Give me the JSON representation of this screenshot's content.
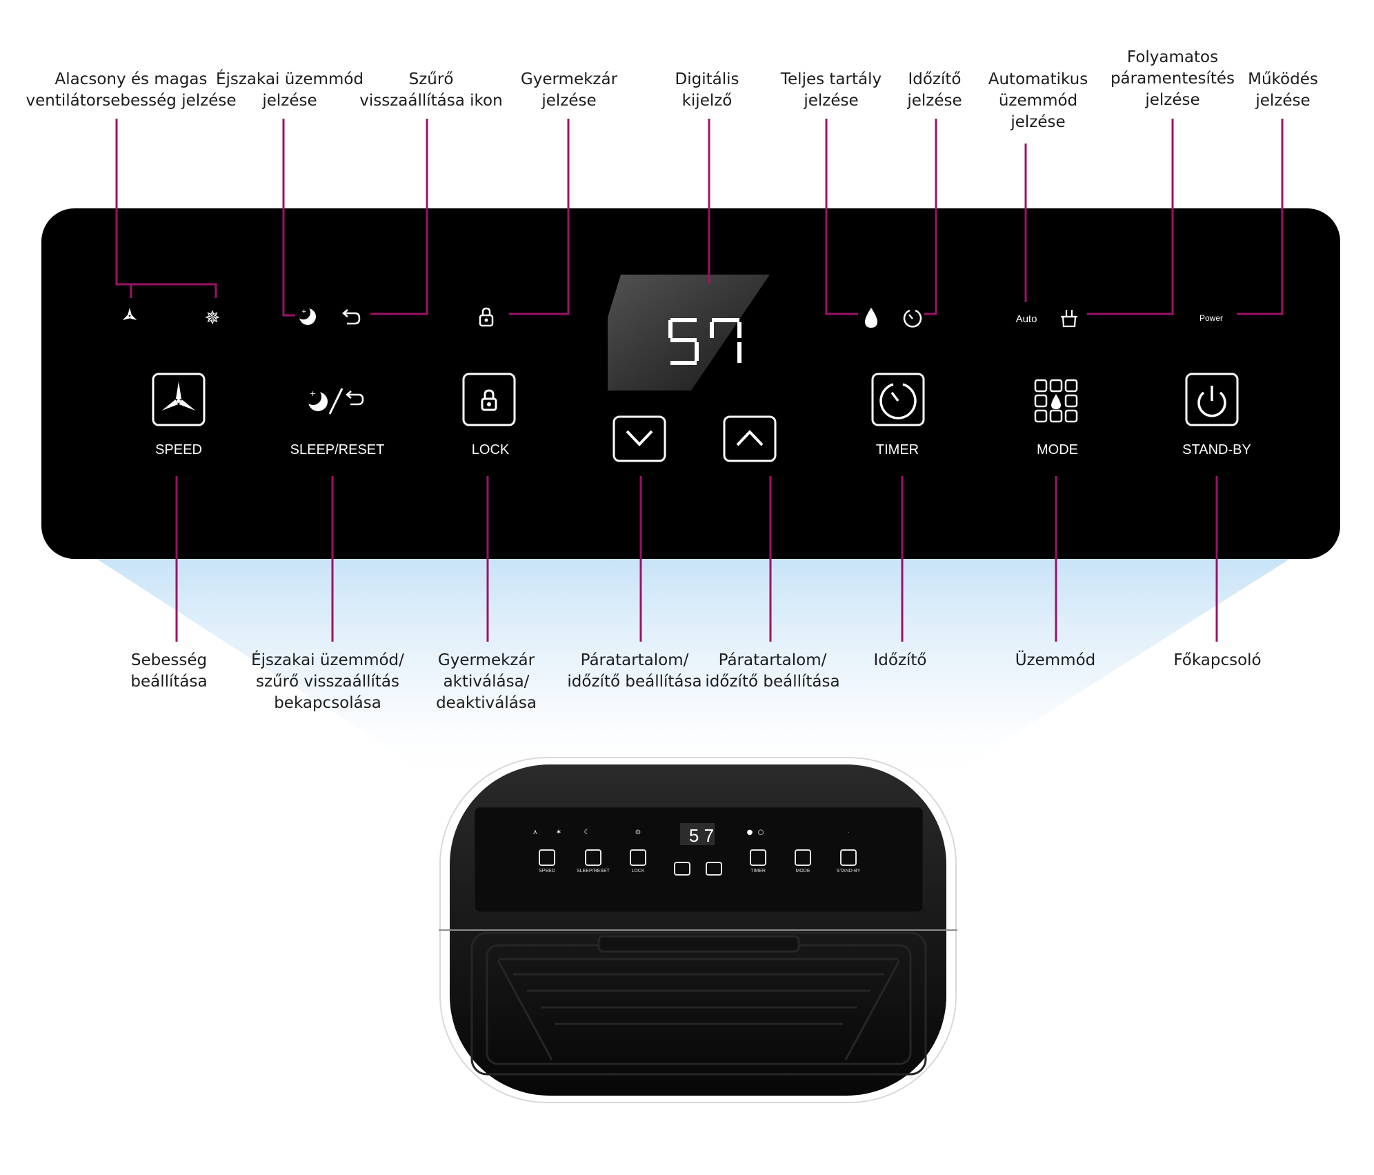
{
  "colors": {
    "leader": "#9c1267",
    "panel": "#000000",
    "panel_text": "#ffffff",
    "label_text": "#1c1c1c",
    "glow": "#c5e2f7"
  },
  "top_labels": [
    {
      "id": "fan-speed",
      "text": "Alacsony és magas\nventilátorsebesség jelzése"
    },
    {
      "id": "night-mode",
      "text": "Éjszakai üzemmód\njelzése"
    },
    {
      "id": "filter-reset",
      "text": "Szűrő\nvisszaállítása ikon"
    },
    {
      "id": "child-lock",
      "text": "Gyermekzár\njelzése"
    },
    {
      "id": "digital-display",
      "text": "Digitális\nkijelző"
    },
    {
      "id": "full-tank",
      "text": "Teljes tartály\njelzése"
    },
    {
      "id": "timer",
      "text": "Időzítő\njelzése"
    },
    {
      "id": "auto-mode",
      "text": "Automatikus\nüzemmód\njelzése"
    },
    {
      "id": "continuous",
      "text": "Folyamatos\npáramentesítés\njelzése"
    },
    {
      "id": "operation",
      "text": "Működés\njelzése"
    }
  ],
  "bottom_labels": [
    {
      "id": "speed",
      "text": "Sebesség\nbeállítása"
    },
    {
      "id": "sleep-reset",
      "text": "Éjszakai üzemmód/\nszűrő visszaállítás\nbekapcsolása"
    },
    {
      "id": "lock",
      "text": "Gyermekzár\naktiválása/\ndeaktiválása"
    },
    {
      "id": "down",
      "text": "Páratartalom/\nidőzítő beállítása"
    },
    {
      "id": "up",
      "text": "Páratartalom/\nidőzítő beállítása"
    },
    {
      "id": "timer",
      "text": "Időzítő"
    },
    {
      "id": "mode",
      "text": "Üzemmód"
    },
    {
      "id": "power",
      "text": "Főkapcsoló"
    }
  ],
  "panel": {
    "display_value": "57",
    "indicator_auto": "Auto",
    "indicator_power": "Power",
    "buttons": {
      "speed": "SPEED",
      "sleep_reset": "SLEEP/RESET",
      "lock": "LOCK",
      "timer": "TIMER",
      "mode": "MODE",
      "standby": "STAND-BY"
    }
  },
  "device": {
    "display_value": "5 7",
    "buttons": {
      "speed": "SPEED",
      "sleep_reset": "SLEEP/RESET",
      "lock": "LOCK",
      "timer": "TIMER",
      "mode": "MODE",
      "standby": "STAND-BY"
    }
  }
}
